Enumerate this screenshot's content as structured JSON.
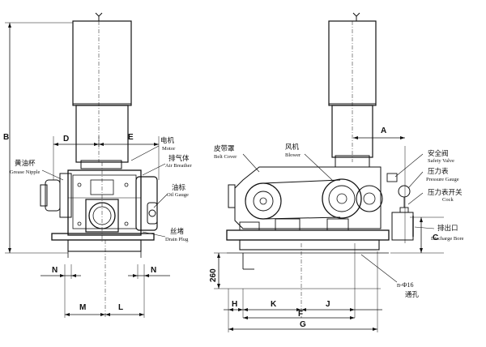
{
  "front_view": {
    "dims": {
      "B": "B",
      "D": "D",
      "E": "E",
      "N_left": "N",
      "N_right": "N",
      "M": "M",
      "L": "L"
    },
    "labels": {
      "grease_cn": "黄油杯",
      "grease_en": "Grease Nipple",
      "motor_cn": "电机",
      "motor_en": "Motor",
      "breather_cn": "排气体",
      "breather_en": "Air Breather",
      "oilgauge_cn": "油标",
      "oilgauge_en": "Oil Gauge",
      "drain_cn": "丝堵",
      "drain_en": "Drain Plug"
    }
  },
  "side_view": {
    "dims": {
      "A": "A",
      "C": "C",
      "F": "F",
      "G": "G",
      "H": "H",
      "K": "K",
      "J": "J",
      "height_260": "260"
    },
    "labels": {
      "beltcover_cn": "皮带罩",
      "beltcover_en": "Belt Cover",
      "blower_cn": "风机",
      "blower_en": "Blower",
      "safety_cn": "安全阀",
      "safety_en": "Safety Valve",
      "pgauge_cn": "压力表",
      "pgauge_en": "Pressure Gauge",
      "cock_cn": "压力表开关",
      "cock_en": "Cock",
      "discharge_cn": "排出口",
      "discharge_en": "Discharge Bore",
      "holes_line1": "n-Φ16",
      "holes_line2": "通孔"
    }
  }
}
